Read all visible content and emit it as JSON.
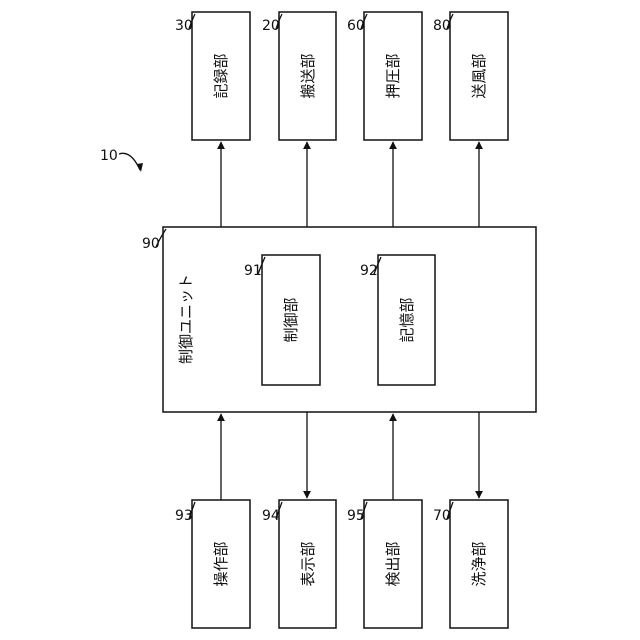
{
  "figure_ref": "10",
  "control_unit": {
    "ref": "90",
    "label": "制御ユニット"
  },
  "inner_blocks": [
    {
      "ref": "91",
      "label": "制御部"
    },
    {
      "ref": "92",
      "label": "記憶部"
    }
  ],
  "output_blocks": [
    {
      "ref": "30",
      "label": "記録部"
    },
    {
      "ref": "20",
      "label": "搬送部"
    },
    {
      "ref": "60",
      "label": "押圧部"
    },
    {
      "ref": "80",
      "label": "送風部"
    }
  ],
  "bottom_blocks": [
    {
      "ref": "93",
      "label": "操作部"
    },
    {
      "ref": "94",
      "label": "表示部"
    },
    {
      "ref": "95",
      "label": "検出部"
    },
    {
      "ref": "70",
      "label": "洗浄部"
    }
  ]
}
